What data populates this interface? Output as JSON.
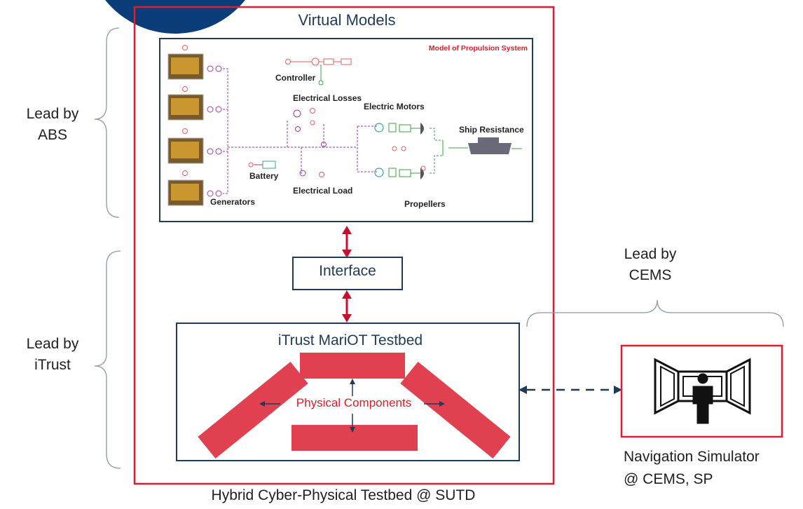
{
  "outer": {
    "title": "Virtual Models",
    "caption": "Hybrid Cyber-Physical Testbed @ SUTD"
  },
  "model": {
    "tag": "Model of Propulsion System",
    "labels": {
      "controller": "Controller",
      "electrical_losses": "Electrical Losses",
      "electric_motors": "Electric Motors",
      "ship_resistance": "Ship Resistance",
      "battery": "Battery",
      "electrical_load": "Electrical Load",
      "generators": "Generators",
      "propellers": "Propellers"
    }
  },
  "interface": {
    "label": "Interface"
  },
  "testbed": {
    "title": "iTrust MariOT Testbed",
    "components_label": "Physical Components"
  },
  "leads": {
    "abs": [
      "Lead by",
      "ABS"
    ],
    "itrust": [
      "Lead by",
      "iTrust"
    ],
    "cems": [
      "Lead by",
      "CEMS"
    ]
  },
  "simulator": {
    "caption_line1": "Navigation Simulator",
    "caption_line2": "@ CEMS, SP"
  },
  "colors": {
    "red": "#e31b2a",
    "navy": "#1f3b57",
    "block_red": "#e04050",
    "logo_blue": "#0b3d78"
  }
}
